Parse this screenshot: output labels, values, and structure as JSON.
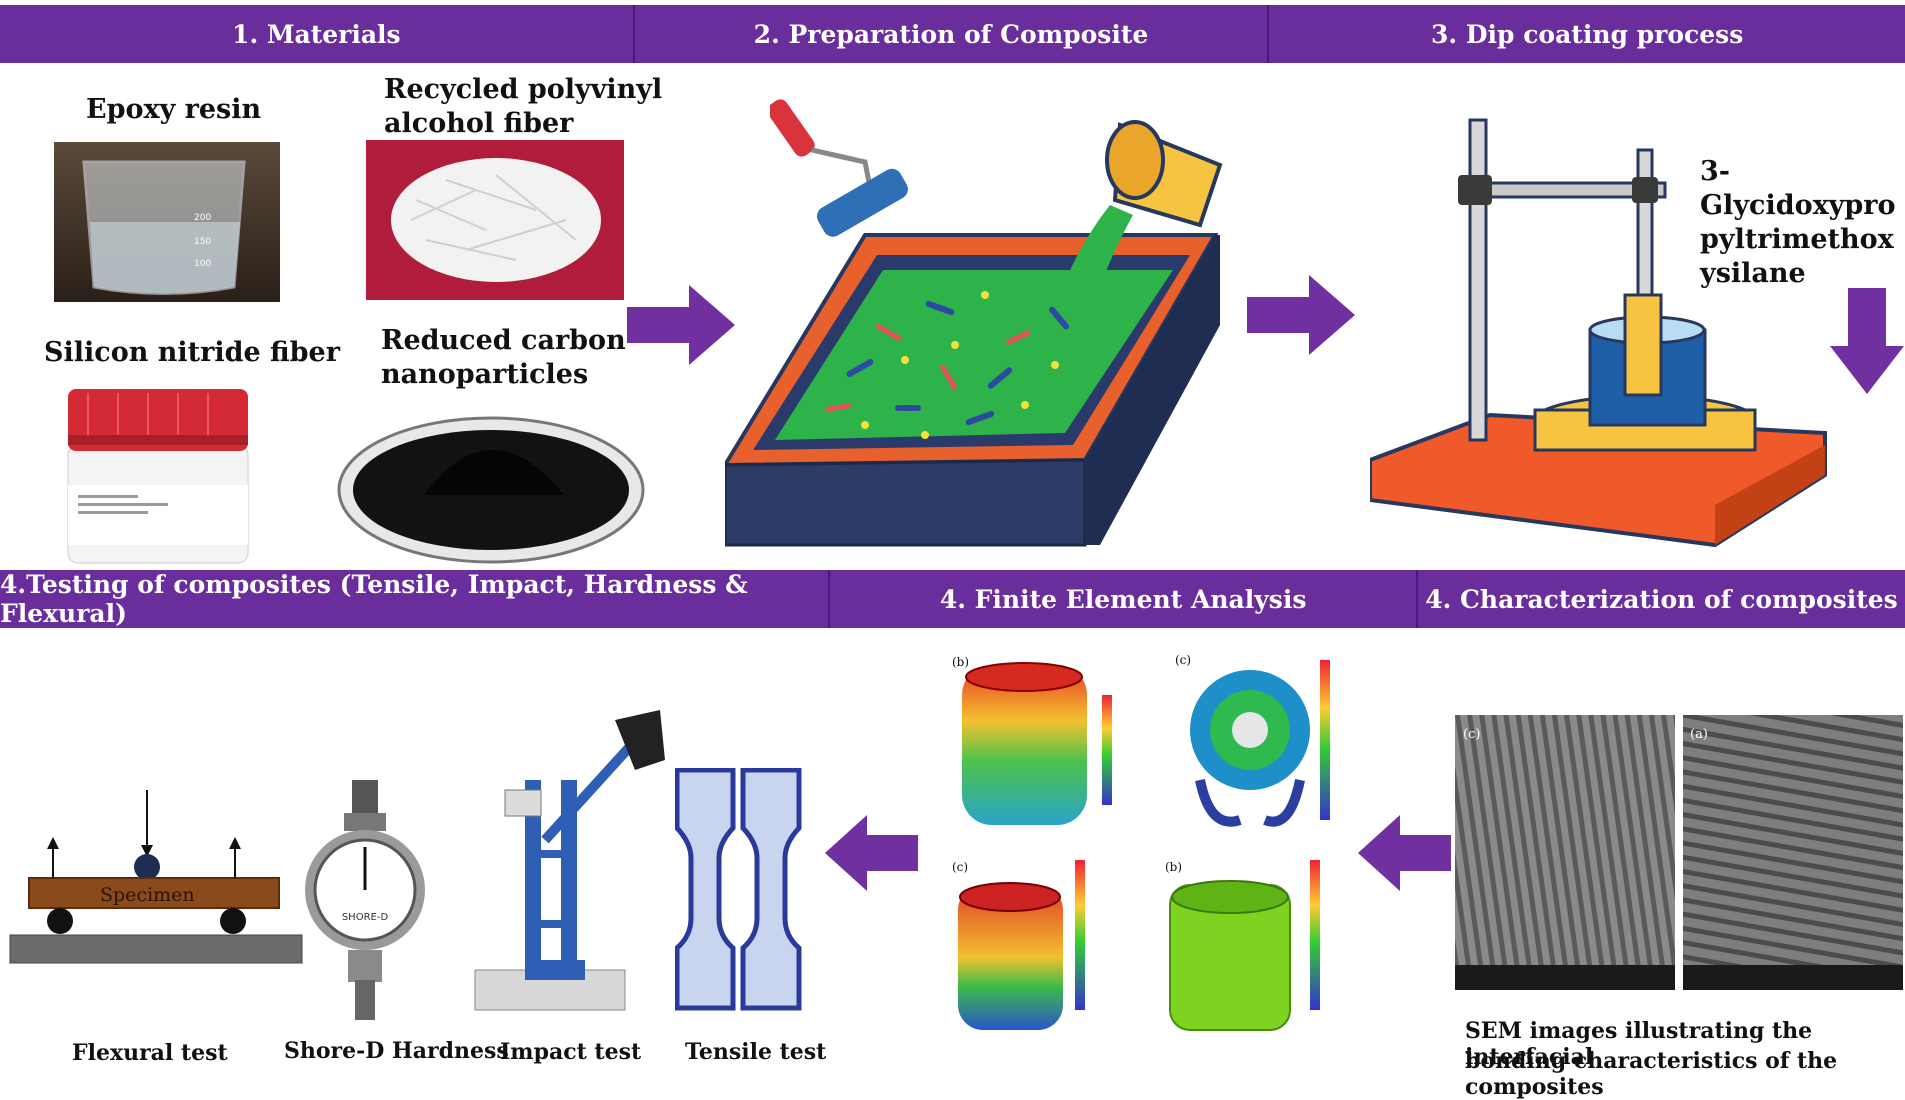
{
  "top_bar": {
    "materials": "1. Materials",
    "preparation": "2. Preparation of Composite",
    "dip_coating": "3. Dip coating process"
  },
  "bottom_bar": {
    "testing": "4.Testing of composites (Tensile, Impact, Hardness & Flexural)",
    "fea": "4. Finite Element Analysis",
    "characterization": "4. Characterization of composites"
  },
  "materials": {
    "epoxy": "Epoxy resin",
    "pva_line1": "Recycled polyvinyl",
    "pva_line2": "alcohol fiber",
    "silicon_nitride": "Silicon nitride fiber",
    "carbon_line1": "Reduced carbon",
    "carbon_line2": "nanoparticles"
  },
  "dip_coating": {
    "chemical_line1": "3-",
    "chemical_line2": "Glycidoxypro",
    "chemical_line3": "pyltrimethox",
    "chemical_line4": "ysilane"
  },
  "tests": {
    "flexural": "Flexural test",
    "specimen": "Specimen",
    "hardness": "Shore-D Hardness",
    "impact": "Impact test",
    "tensile": "Tensile test"
  },
  "fea_panels": {
    "top_left": "(b)",
    "top_right": "(c)",
    "bottom_left": "(c)",
    "bottom_right": "(b)"
  },
  "sem": {
    "panel_left": "(c)",
    "panel_right": "(a)",
    "caption_line1": "SEM images illustrating the interfacial",
    "caption_line2": "bonding characteristics of the composites"
  },
  "colors": {
    "banner": "#6a2d9c",
    "arrow": "#7030a0",
    "tray": "#e8602c",
    "resin": "#2db34a",
    "platform": "#f0592a"
  }
}
